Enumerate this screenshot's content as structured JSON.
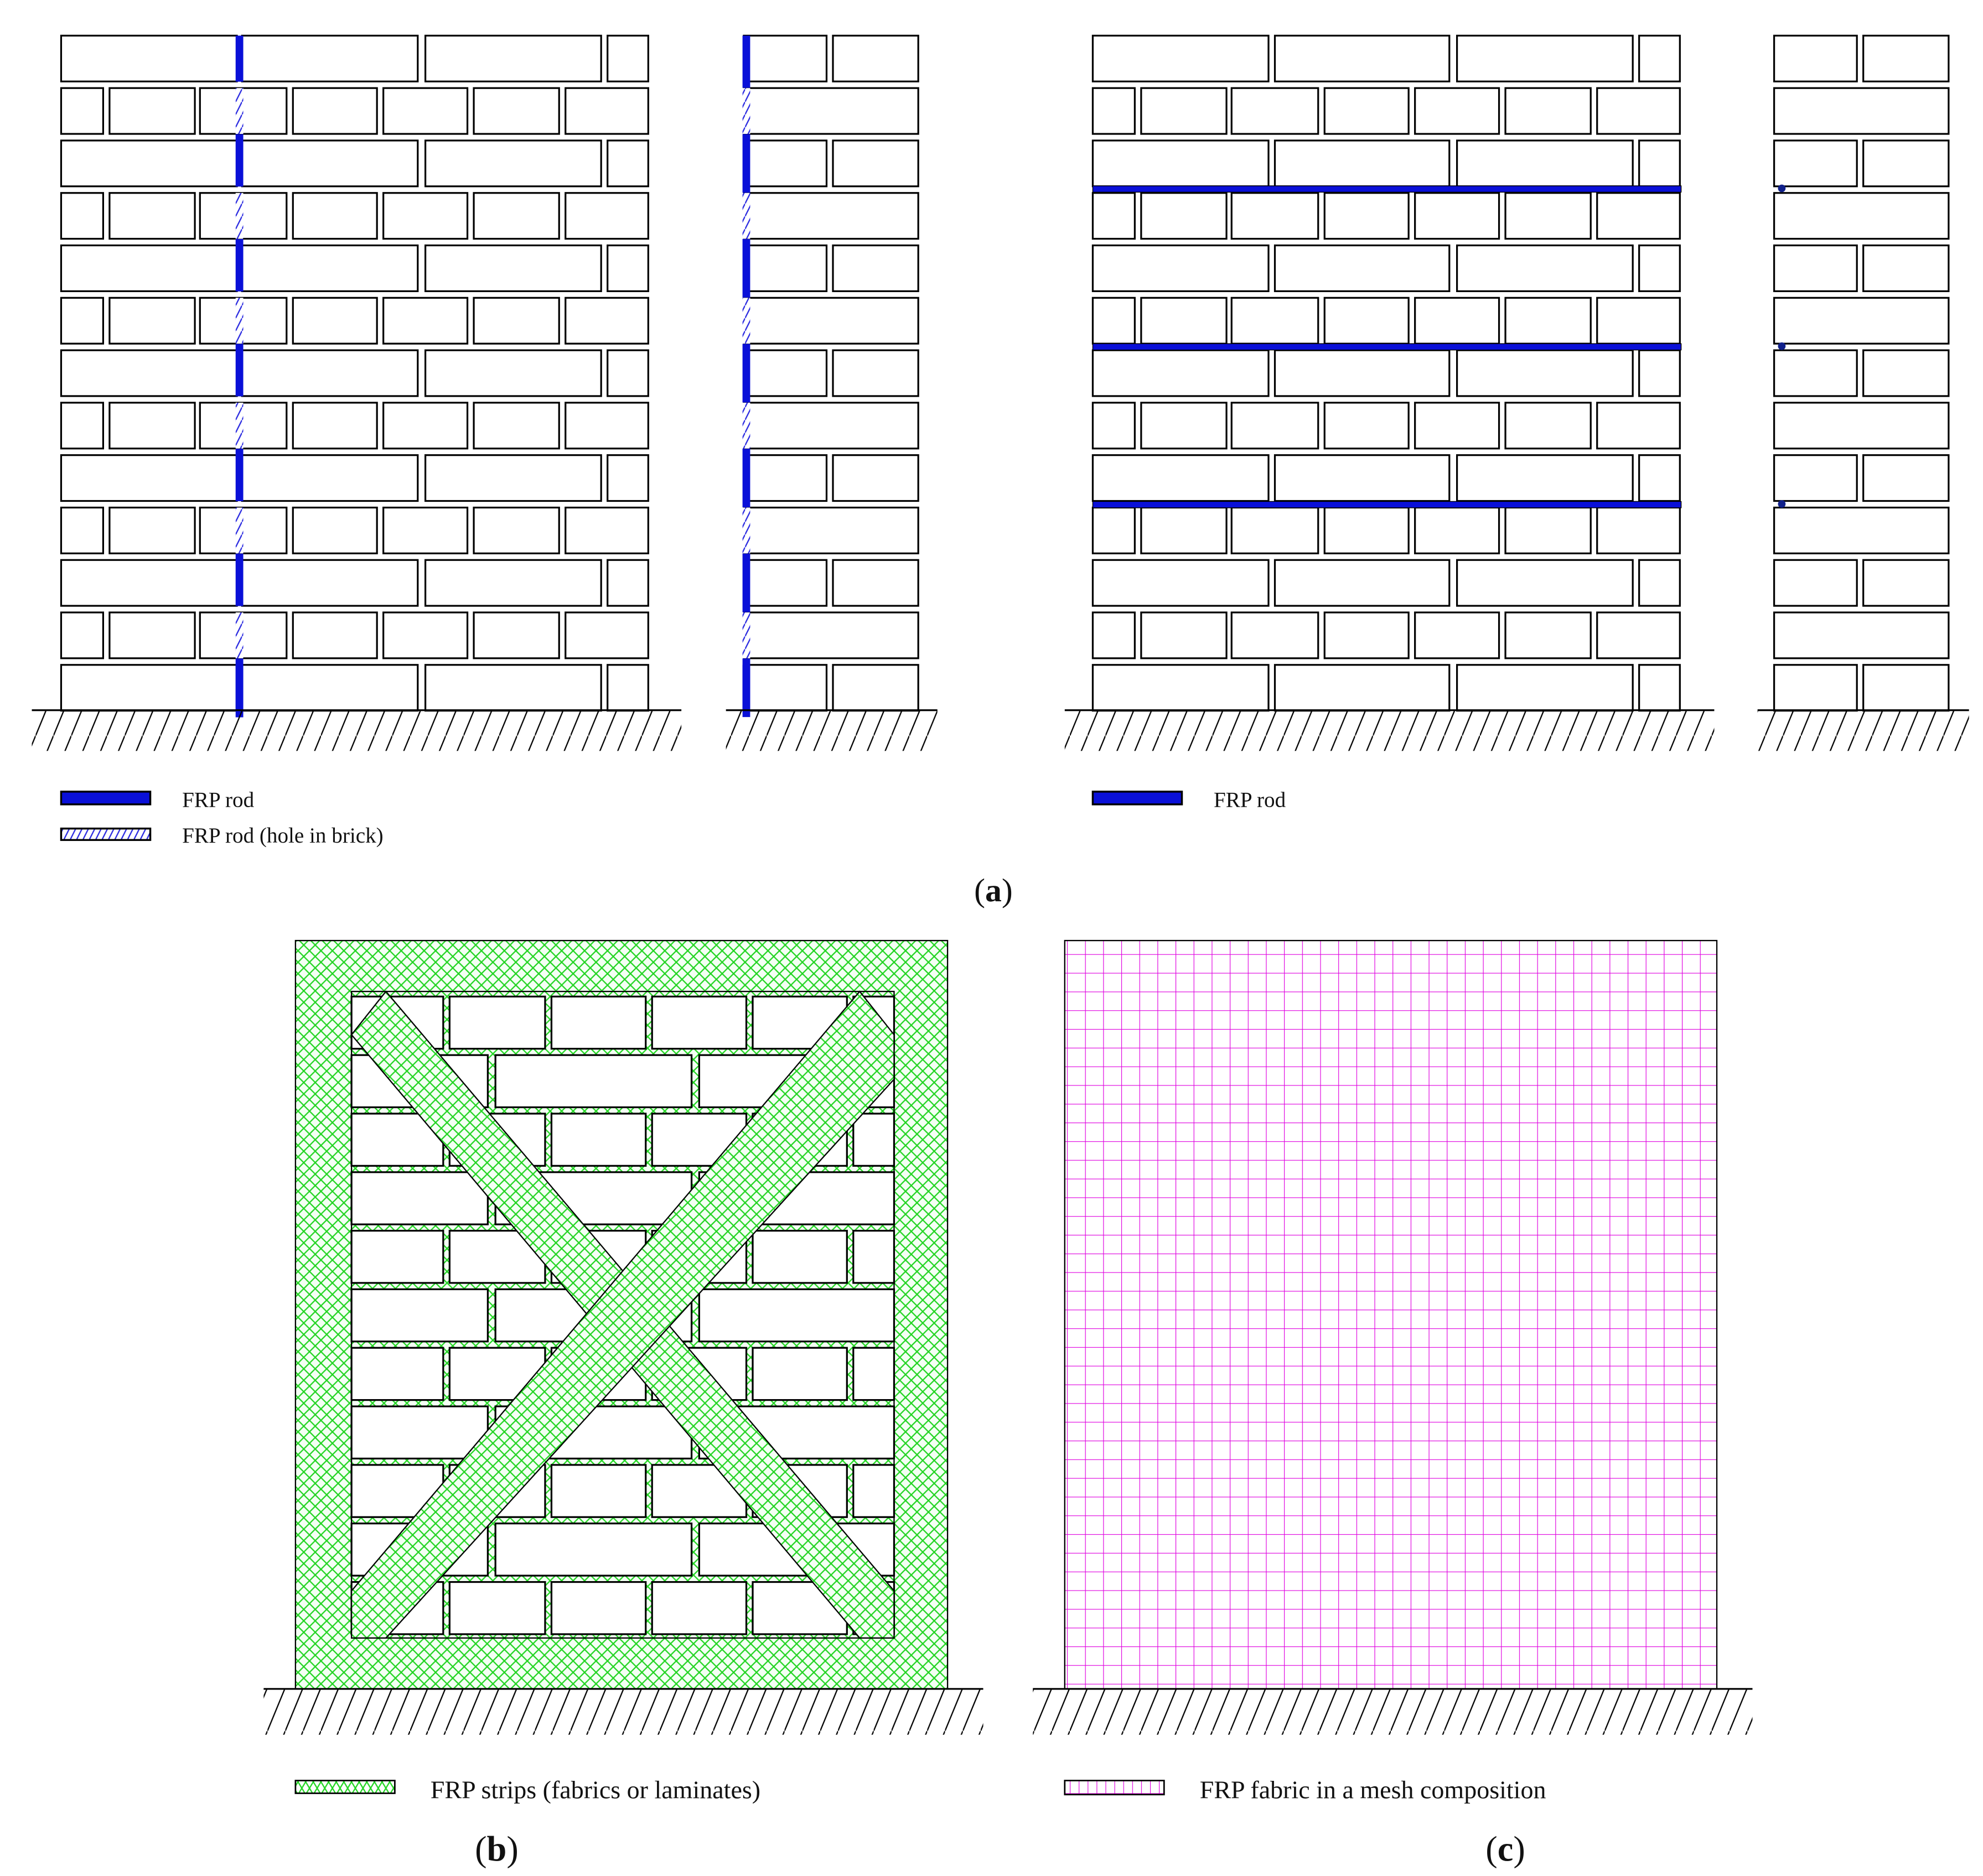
{
  "figure": {
    "panel_a": {
      "caption": "a",
      "left_wall": {
        "rod_orientation": "vertical"
      },
      "right_wall": {
        "rod_orientation": "horizontal",
        "rod_count": 3
      },
      "legend_left": [
        {
          "swatch": "solid-blue",
          "label": "FRP rod"
        },
        {
          "swatch": "hatched-blue",
          "label": "FRP rod (hole in brick)"
        }
      ],
      "legend_right": [
        {
          "swatch": "solid-blue",
          "label": "FRP rod"
        }
      ]
    },
    "panel_b": {
      "caption": "b",
      "legend": {
        "swatch": "green-crosshatch",
        "label": "FRP strips (fabrics or laminates)"
      }
    },
    "panel_c": {
      "caption": "c",
      "legend": {
        "swatch": "magenta-grid",
        "label": "FRP fabric in a mesh composition"
      }
    },
    "colors": {
      "rod_blue": "#0a10d8",
      "strip_green": "#22d422",
      "mesh_magenta": "#e000e0",
      "brick_stroke": "#000000"
    }
  }
}
